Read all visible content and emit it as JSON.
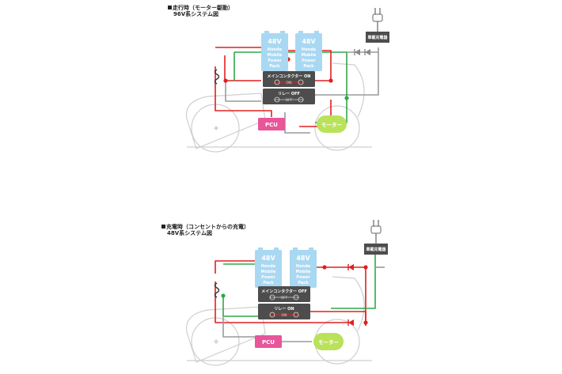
{
  "diagrams": [
    {
      "title_line1": "走行時（モーター駆動）",
      "title_line2": "96V系システム図",
      "battery_voltage": "48V",
      "battery_name_lines": [
        "Honda",
        "Mobile",
        "Power",
        "Pack"
      ],
      "charger_label": "車載充電器",
      "main_contactor": {
        "label": "メインコンタクター",
        "state": "ON"
      },
      "relay": {
        "label": "リレー",
        "state": "OFF"
      },
      "pcu_label": "PCU",
      "motor_label": "モーター"
    },
    {
      "title_line1": "充電時（コンセントからの充電）",
      "title_line2": "48V系システム図",
      "battery_voltage": "48V",
      "battery_name_lines": [
        "Honda",
        "Mobile",
        "Power",
        "Pack"
      ],
      "charger_label": "車載充電器",
      "main_contactor": {
        "label": "メインコンタクター",
        "state": "OFF"
      },
      "relay": {
        "label": "リレー",
        "state": "ON"
      },
      "pcu_label": "PCU",
      "motor_label": "モーター"
    }
  ],
  "colors": {
    "red_wire": "#e02020",
    "green_wire": "#2fa84a",
    "gray_wire": "#9a9a9a",
    "battery": "#a9d8f2",
    "pcu": "#e8559b",
    "motor": "#b9e25a",
    "panel": "#4d4d4d"
  }
}
